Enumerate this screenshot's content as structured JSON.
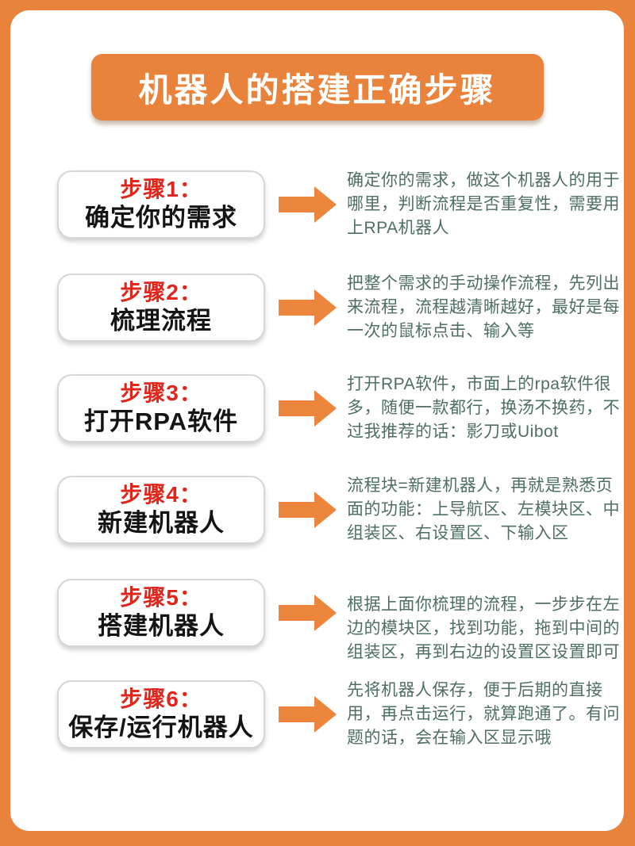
{
  "header": {
    "title": "机器人的搭建正确步骤"
  },
  "colors": {
    "frame_orange": "#e9833c",
    "banner_orange": "#e9833c",
    "arrow_orange": "#ec863d",
    "step_label_red": "#e1251b",
    "step_name_black": "#141414",
    "description_teal": "#4e6e66",
    "card_border_gray": "#d6d6d6",
    "card_background": "#ffffff"
  },
  "steps": [
    {
      "label": "步骤1：",
      "name": "确定你的需求",
      "description": "确定你的需求，做这个机器人的用于哪里，判断流程是否重复性，需要用上RPA机器人"
    },
    {
      "label": "步骤2：",
      "name": "梳理流程",
      "description": "把整个需求的手动操作流程，先列出来流程，流程越清晰越好，最好是每一次的鼠标点击、输入等"
    },
    {
      "label": "步骤3：",
      "name": "打开RPA软件",
      "description": "打开RPA软件，市面上的rpa软件很多，随便一款都行，换汤不换药，不过我推荐的话：影刀或Uibot"
    },
    {
      "label": "步骤4：",
      "name": "新建机器人",
      "description": "流程块=新建机器人，再就是熟悉页面的功能：上导航区、左模块区、中组装区、右设置区、下输入区"
    },
    {
      "label": "步骤5：",
      "name": "搭建机器人",
      "description": "根据上面你梳理的流程，一步步在左边的模块区，找到功能，拖到中间的组装区，再到右边的设置区设置即可"
    },
    {
      "label": "步骤6：",
      "name": "保存/运行机器人",
      "description": "先将机器人保存，便于后期的直接用，再点击运行，就算跑通了。有问题的话，会在输入区显示哦"
    }
  ]
}
